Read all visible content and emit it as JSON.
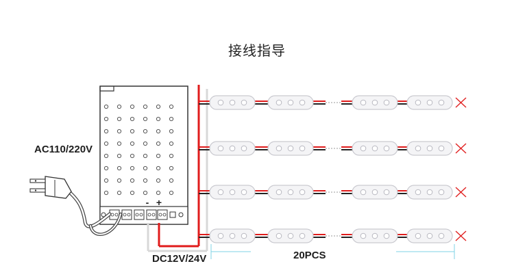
{
  "title": "接线指导",
  "input_label": "AC110/220V",
  "output_label": "DC12V/24V",
  "count_label": "20PCS",
  "terminal_minus": "-",
  "terminal_plus": "+",
  "colors": {
    "positive": "#e01b1b",
    "negative": "#222222",
    "end_mark": "#e02020",
    "dimension": "#7fd3e6"
  },
  "icons": {
    "end": "x-mark-icon",
    "plug": "power-plug-icon"
  }
}
